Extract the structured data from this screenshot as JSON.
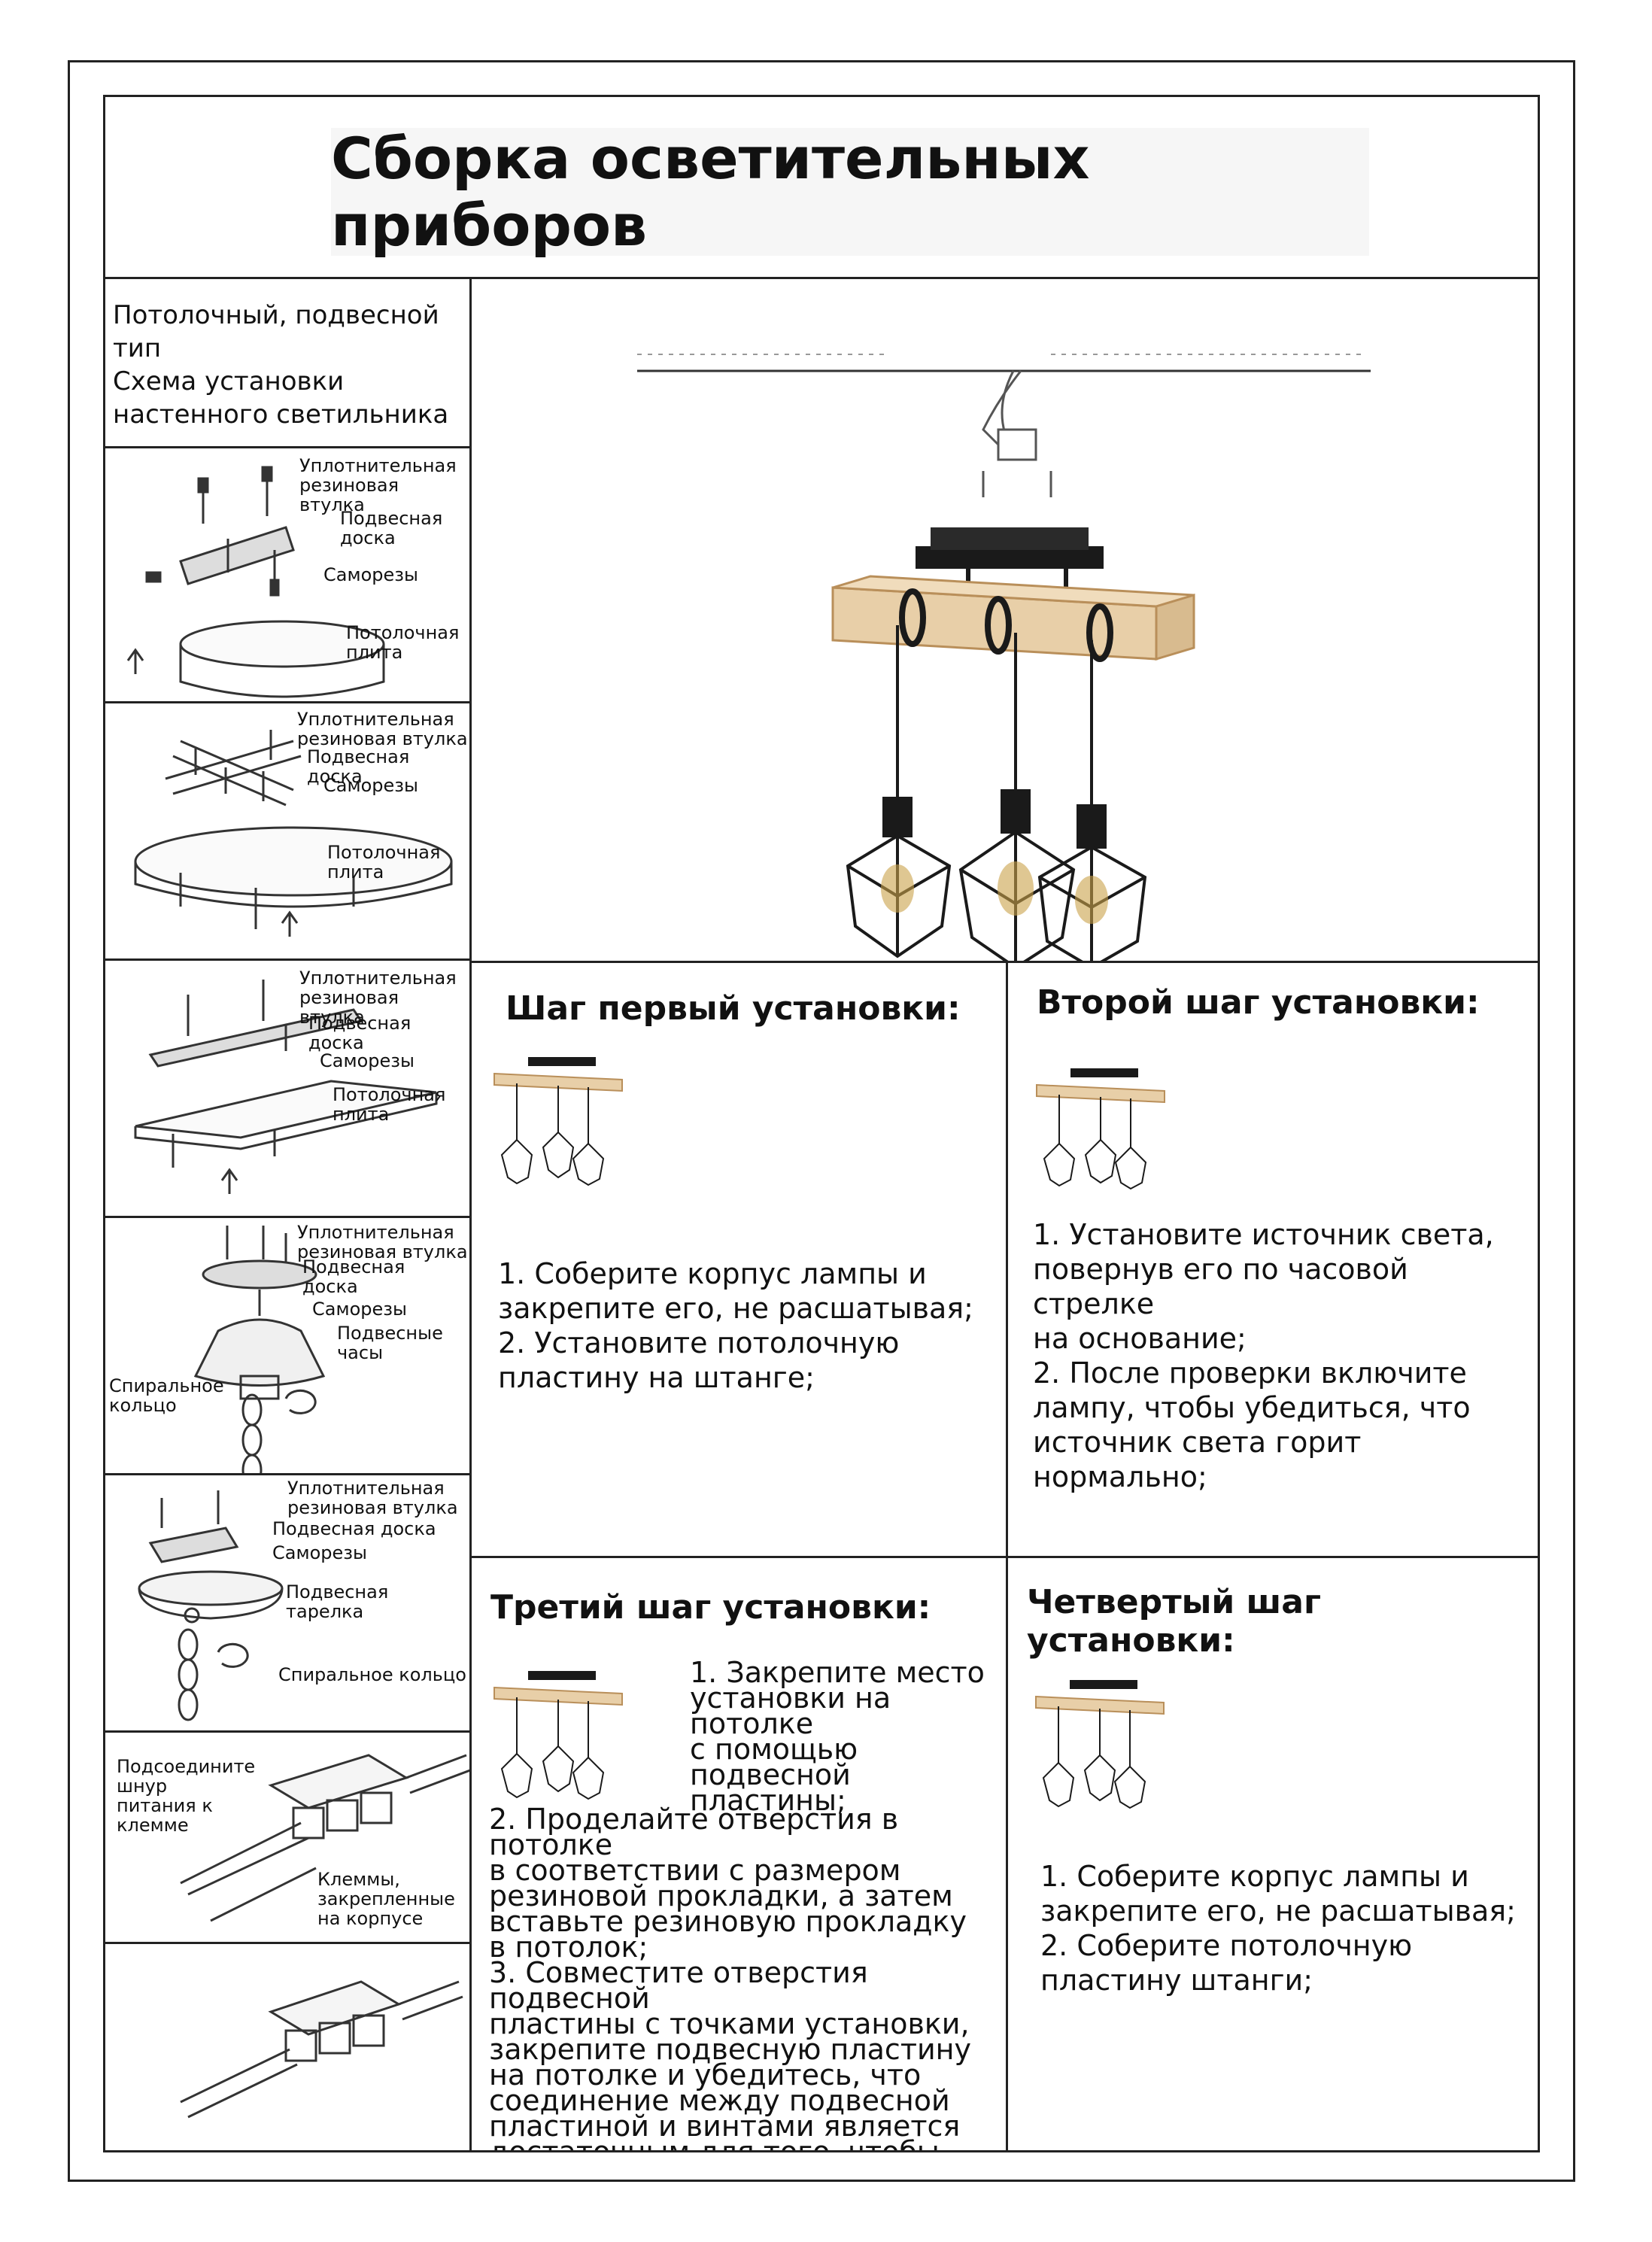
{
  "title": "Сборка осветительных приборов",
  "sidebar": {
    "header": "Потолочный, подвесной\nтип\nСхема установки\nнастенного светильника",
    "diagram1": {
      "labels": [
        "Уплотнительная\nрезиновая втулка",
        "Подвесная\nдоска",
        "Саморезы",
        "Потолочная\nплита"
      ]
    },
    "diagram2": {
      "labels": [
        "Уплотнительная\nрезиновая втулка",
        "Подвесная доска",
        "Саморезы",
        "Потолочная\nплита"
      ]
    },
    "diagram3": {
      "labels": [
        "Уплотнительная\nрезиновая втулка",
        "Подвесная доска",
        "Саморезы",
        "Потолочная\nплита"
      ]
    },
    "diagram4": {
      "labels": [
        "Уплотнительная\nрезиновая втулка",
        "Подвесная\nдоска",
        "Саморезы",
        "Подвесные\nчасы",
        "Спиральное\nкольцо"
      ]
    },
    "diagram5": {
      "labels": [
        "Уплотнительная\nрезиновая втулка",
        "Подвесная доска",
        "Саморезы",
        "Подвесная тарелка",
        "Спиральное кольцо"
      ]
    },
    "diagram6": {
      "labels": [
        "Подсоедините\nшнур\nпитания к\nклемме",
        "Клеммы,\nзакрепленные\nна корпусе"
      ]
    }
  },
  "steps": {
    "step1": {
      "heading": "Шаг первый установки:",
      "text": "1. Соберите корпус лампы и\nзакрепите его, не расшатывая;\n2. Установите потолочную\nпластину на штанге;"
    },
    "step2": {
      "heading": "Второй шаг установки:",
      "text": "1. Установите источник света,\nповернув его по часовой стрелке\nна основание;\n2. После проверки включите\nлампу, чтобы убедиться, что\nисточник света горит нормально;"
    },
    "step3": {
      "heading": "Третий шаг установки:",
      "text_a": "1. Закрепите место\nустановки на потолке\nс помощью\nподвесной пластины;",
      "text_b": "2. Проделайте отверстия в потолке\nв соответствии с размером\nрезиновой прокладки, а затем\nвставьте резиновую прокладку\nв потолок;\n3. Совместите отверстия подвесной\nпластины с точками установки,\nзакрепите подвесную пластину\nна потолке и убедитесь, что\nсоединение между подвесной\nпластиной и винтами является\nдостаточным для того, чтобы\nвыдержать вес корпуса лампы."
    },
    "step4": {
      "heading": "Четвертый шаг установки:",
      "text": "1. Соберите корпус лампы и\nзакрепите его, не расшатывая;\n2. Соберите потолочную\nпластину штанги;"
    }
  },
  "colors": {
    "wood": "#e8cfa8",
    "metal": "#1a1a1a",
    "bulb": "#c9a24a"
  }
}
